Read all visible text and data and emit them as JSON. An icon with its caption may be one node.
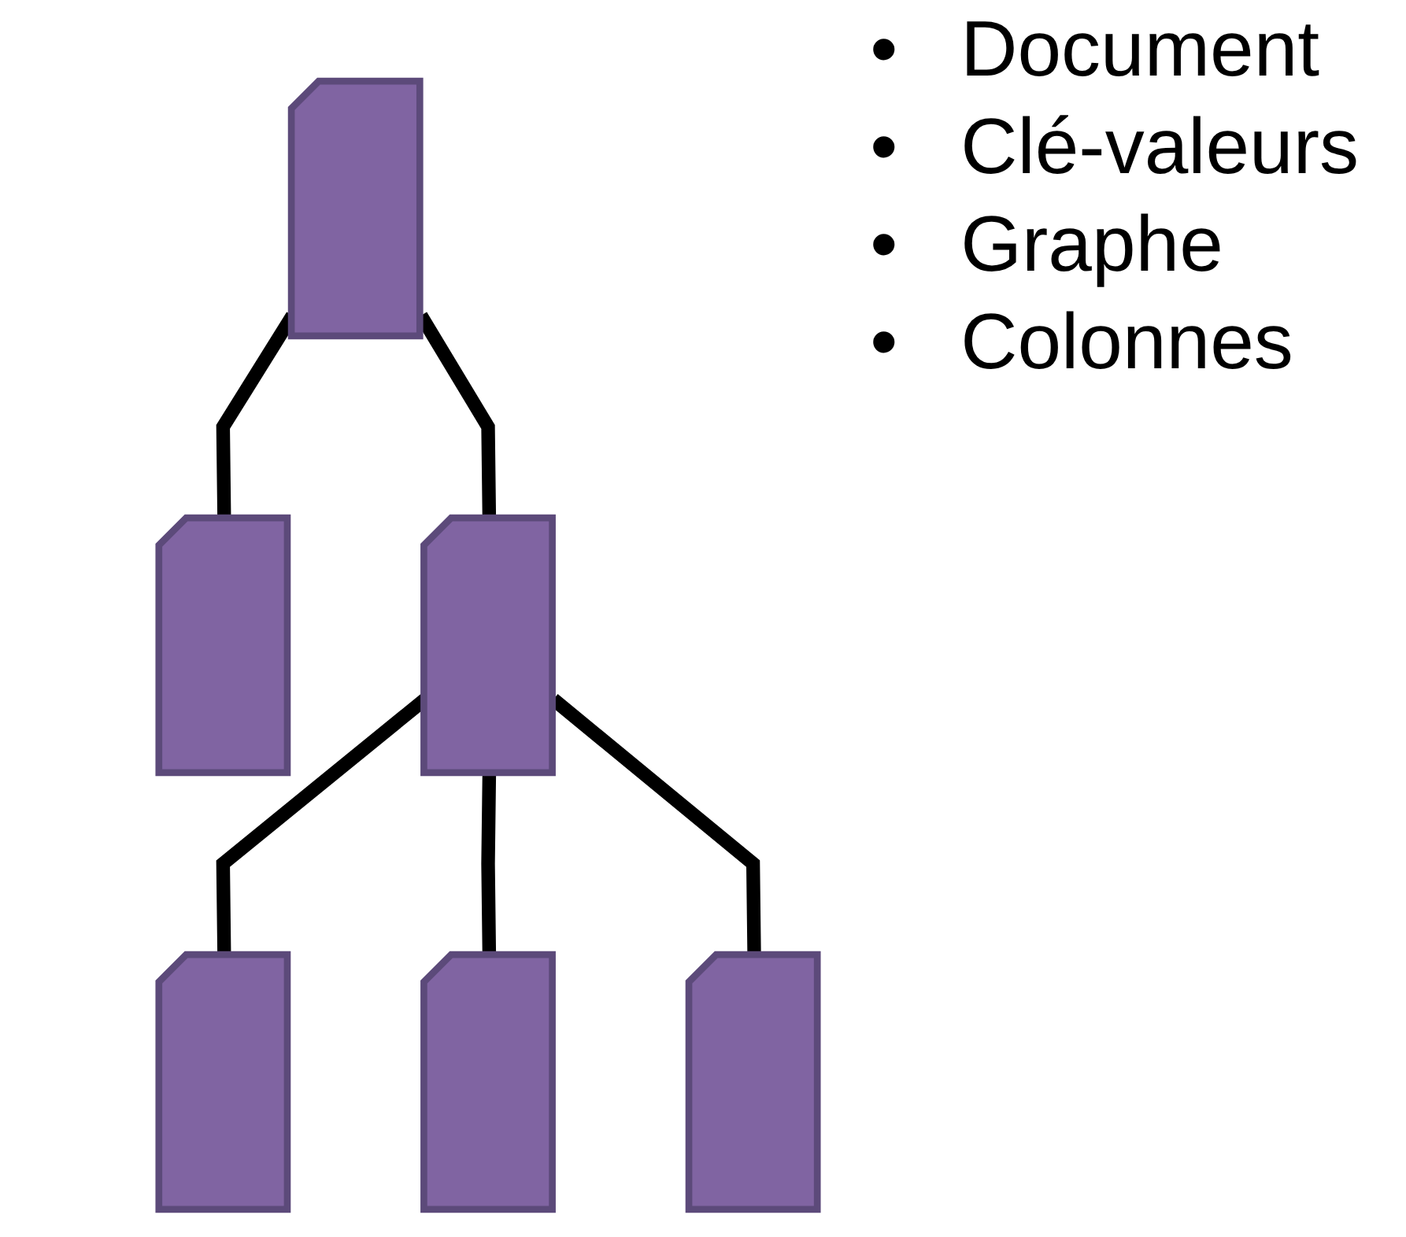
{
  "diagram": {
    "nodes": [
      {
        "text": [],
        "shape": "box"
      },
      {
        "text": [],
        "shape": "box"
      },
      {
        "text": [],
        "shape": "box"
      },
      {
        "text": [],
        "shape": "box"
      },
      {
        "text": [],
        "shape": "box"
      },
      {
        "text": [],
        "shape": "box"
      }
    ],
    "edges": [
      {
        "from": 0,
        "to": 1,
        "arrow": "none"
      },
      {
        "from": 0,
        "to": 2,
        "arrow": "none"
      },
      {
        "from": 2,
        "to": 3,
        "arrow": "none"
      },
      {
        "from": 2,
        "to": 4,
        "arrow": "none"
      },
      {
        "from": 2,
        "to": 5,
        "arrow": "none"
      }
    ],
    "labels": [
      "•",
      "Document",
      "•",
      "Clé-valeurs",
      "•",
      "Graphe",
      "•",
      "Colonnes"
    ]
  }
}
